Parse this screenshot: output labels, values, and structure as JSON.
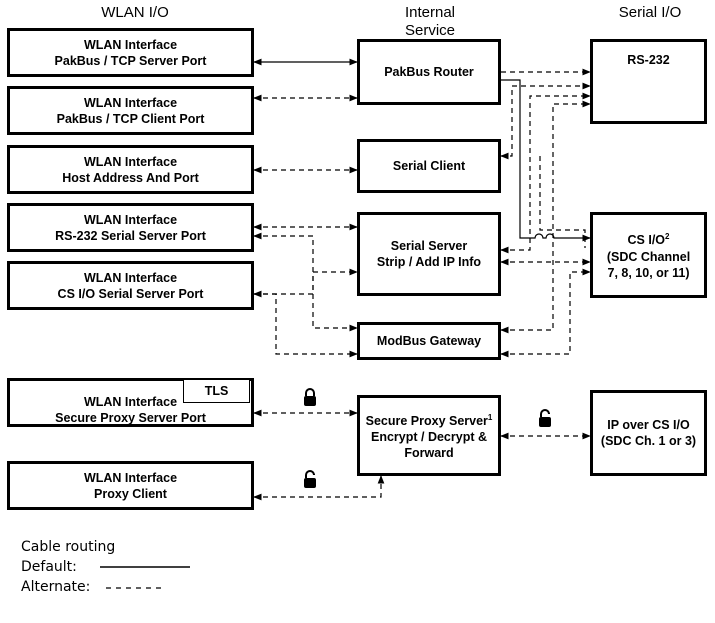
{
  "headers": {
    "wlan": "WLAN I/O",
    "internal_1": "Internal",
    "internal_2": "Service",
    "serial": "Serial I/O"
  },
  "wlan_boxes": [
    {
      "line1": "WLAN Interface",
      "line2": "PakBus / TCP Server Port"
    },
    {
      "line1": "WLAN Interface",
      "line2": "PakBus / TCP Client Port"
    },
    {
      "line1": "WLAN Interface",
      "line2": "Host Address And Port"
    },
    {
      "line1": "WLAN Interface",
      "line2": "RS-232 Serial Server Port"
    },
    {
      "line1": "WLAN Interface",
      "line2": "CS I/O Serial Server Port"
    },
    {
      "line1": "WLAN Interface",
      "line2": "Secure Proxy Server Port"
    },
    {
      "line1": "WLAN Interface",
      "line2": "Proxy Client"
    }
  ],
  "tls_label": "TLS",
  "internal_boxes": {
    "pakbus_router": "PakBus Router",
    "serial_client": "Serial Client",
    "serial_server_1": "Serial Server",
    "serial_server_2": "Strip / Add IP Info",
    "modbus_gateway": "ModBus Gateway",
    "proxy_1": "Secure Proxy Server",
    "proxy_1_sup": "1",
    "proxy_2": "Encrypt / Decrypt &",
    "proxy_3": "Forward"
  },
  "serial_boxes": {
    "rs232": "RS-232",
    "csio_1": "CS I/O",
    "csio_sup": "2",
    "csio_2": "(SDC Channel",
    "csio_3": "7, 8, 10, or 11)",
    "ipcsio_1": "IP over CS I/O",
    "ipcsio_2": "(SDC Ch. 1 or 3)"
  },
  "legend": {
    "title": "Cable routing",
    "default": "Default:",
    "alternate": "Alternate:"
  }
}
